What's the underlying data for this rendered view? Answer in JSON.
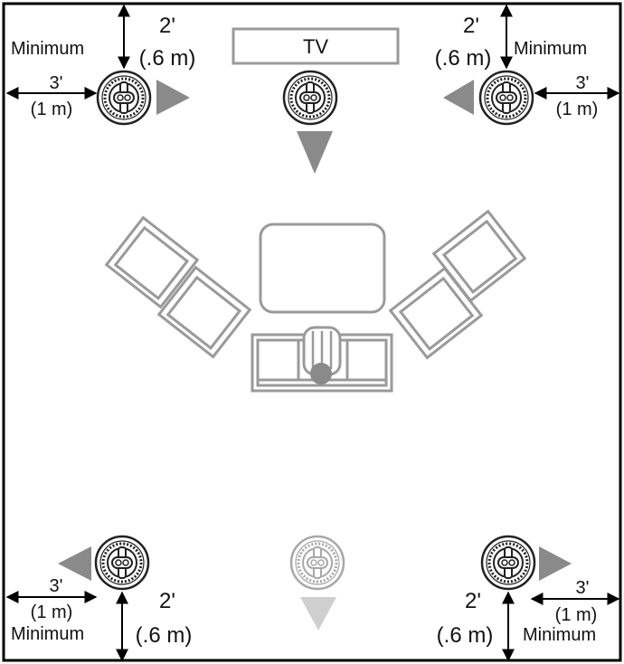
{
  "tv_label": "TV",
  "distances": {
    "front_left": {
      "vertical": "2'",
      "vertical_metric": "(.6 m)",
      "horizontal": "3'",
      "horizontal_metric": "(1 m)",
      "note": "Minimum"
    },
    "front_right": {
      "vertical": "2'",
      "vertical_metric": "(.6 m)",
      "horizontal": "3'",
      "horizontal_metric": "(1 m)",
      "note": "Minimum"
    },
    "rear_left": {
      "vertical": "2'",
      "vertical_metric": "(.6 m)",
      "horizontal": "3'",
      "horizontal_metric": "(1 m)",
      "note": "Minimum"
    },
    "rear_right": {
      "vertical": "2'",
      "vertical_metric": "(.6 m)",
      "horizontal": "3'",
      "horizontal_metric": "(1 m)",
      "note": "Minimum"
    }
  },
  "colors": {
    "outline": "#000000",
    "furniture": "#9a9a9a",
    "arrow": "#8a8a8a",
    "arrow_light": "#cfcfcf",
    "speaker": "#222222",
    "speaker_faded": "#a8a8a8"
  },
  "icons": [
    "speaker-icon",
    "direction-arrow-icon",
    "chair-icon",
    "sofa-icon",
    "table-icon",
    "person-icon"
  ]
}
